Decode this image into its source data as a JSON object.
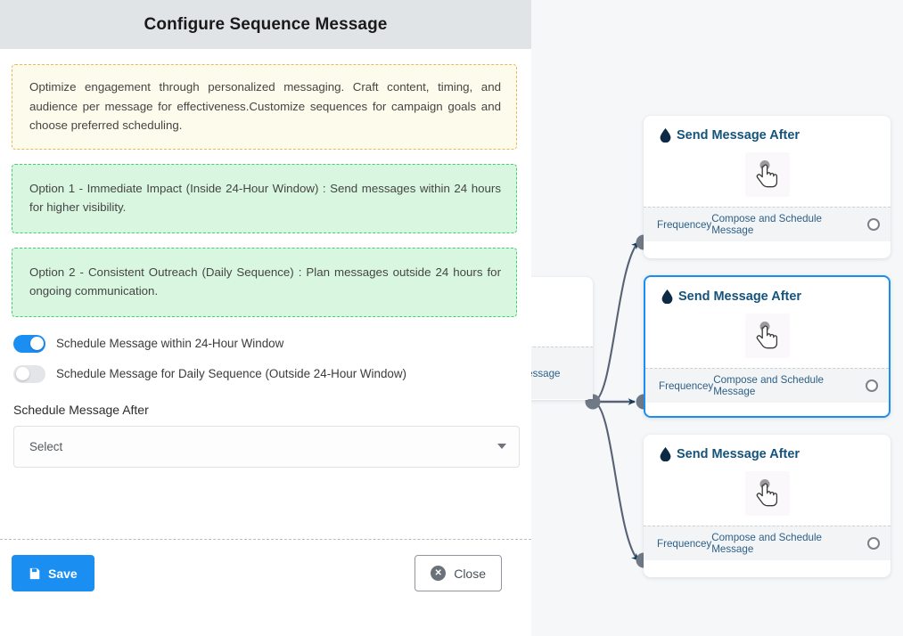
{
  "modal": {
    "title": "Configure Sequence Message",
    "info_text": "Optimize engagement through personalized messaging. Craft content, timing, and audience per message for effectiveness.Customize sequences for campaign goals and choose preferred scheduling.",
    "option1_text": "Option 1 - Immediate Impact (Inside 24-Hour Window) : Send messages within 24 hours for higher visibility.",
    "option2_text": "Option 2 - Consistent Outreach (Daily Sequence) : Plan messages outside 24 hours for ongoing communication.",
    "toggles": [
      {
        "label": "Schedule Message within 24-Hour Window",
        "state": "on"
      },
      {
        "label": "Schedule Message for Daily Sequence (Outside 24-Hour Window)",
        "state": "off"
      }
    ],
    "field": {
      "label": "Schedule Message After",
      "selected": "Select",
      "caret_icon": "chevron-down-icon"
    },
    "footer": {
      "save_label": "Save",
      "save_icon": "save-disk-icon",
      "close_label": "Close",
      "close_icon": "circle-x-icon",
      "save_color": "#1b8ef2"
    }
  },
  "canvas": {
    "background": "#f6f7f9",
    "edge_color": "#576274",
    "selected_color": "#1b8ef2",
    "partial_node": {
      "footer_label": "ce Message"
    },
    "nodes": [
      {
        "title": "Send Message After",
        "icon": "water-drop-icon",
        "body_icon": "pointing-hand-icon",
        "footer_left": "Frequencey",
        "footer_right": "Compose and Schedule Message",
        "selected": false
      },
      {
        "title": "Send Message After",
        "icon": "water-drop-icon",
        "body_icon": "pointing-hand-icon",
        "footer_left": "Frequencey",
        "footer_right": "Compose and Schedule Message",
        "selected": true
      },
      {
        "title": "Send Message After",
        "icon": "water-drop-icon",
        "body_icon": "pointing-hand-icon",
        "footer_left": "Frequencey",
        "footer_right": "Compose and Schedule Message",
        "selected": false
      }
    ]
  }
}
